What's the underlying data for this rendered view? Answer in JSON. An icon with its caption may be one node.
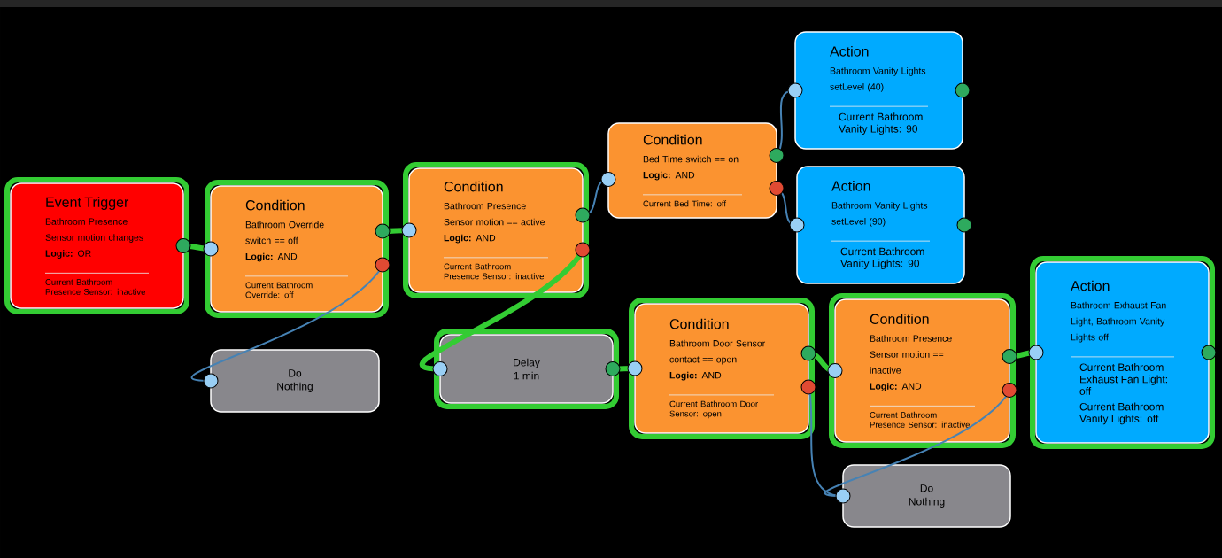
{
  "diagram": {
    "nodes": [
      {
        "text": [
          "Event Trigger",
          "Bathroom Presence Sensor motion changes",
          "**Logic:** OR",
          "Current Bathroom Presence Sensor: inactive"
        ]
      },
      {
        "text": [
          "Condition",
          "Bathroom Override switch == off",
          "**Logic:** AND",
          "Current Bathroom Override: off"
        ]
      },
      {
        "text": [
          "Do Nothing"
        ]
      },
      {
        "text": [
          "Condition",
          "Bathroom Presence Sensor motion == active",
          "**Logic:** AND",
          "Current Bathroom Presence Sensor: inactive"
        ]
      },
      {
        "text": [
          "Condition",
          "Bed Time switch == on",
          "**Logic:** AND",
          "Current Bed Time: off"
        ]
      },
      {
        "text": [
          "Action",
          "Bathroom Vanity Lights setLevel (40)",
          "Current Bathroom Vanity Lights: 90"
        ]
      },
      {
        "text": [
          "Action",
          "Bathroom Vanity Lights setLevel (90)",
          "Current Bathroom Vanity Lights: 90"
        ]
      },
      {
        "text": [
          "Delay 1 min"
        ]
      },
      {
        "text": [
          "Condition",
          "Bathroom Door Sensor contact == open",
          "**Logic:** AND",
          "Current Bathroom Door Sensor: open"
        ]
      },
      {
        "text": [
          "Condition",
          "Bathroom Presence Sensor motion == inactive",
          "**Logic:** AND",
          "Current Bathroom Presence Sensor: inactive"
        ]
      },
      {
        "text": [
          "Do Nothing"
        ]
      },
      {
        "text": [
          "Action",
          "Bathroom Exhaust Fan Light, Bathroom Vanity Lights off",
          "Current Bathroom Exhaust Fan Light: off",
          "Current Bathroom Vanity Lights: off"
        ]
      }
    ],
    "edges": [
      {
        "from": 0,
        "to": 1,
        "arrow": "none",
        "style": "thick",
        "color": "#33cc33"
      },
      {
        "from": 1,
        "to": 2,
        "arrow": "none",
        "color": "#4682b4"
      },
      {
        "from": 1,
        "to": 3,
        "arrow": "none",
        "style": "thick",
        "color": "#33cc33"
      },
      {
        "from": 3,
        "to": 4,
        "arrow": "none",
        "color": "#4682b4"
      },
      {
        "from": 3,
        "to": 7,
        "arrow": "none",
        "style": "thick",
        "color": "#33cc33"
      },
      {
        "from": 4,
        "to": 5,
        "arrow": "none",
        "color": "#4682b4"
      },
      {
        "from": 4,
        "to": 6,
        "arrow": "none",
        "color": "#4682b4"
      },
      {
        "from": 7,
        "to": 8,
        "arrow": "none",
        "style": "thick",
        "color": "#33cc33"
      },
      {
        "from": 8,
        "to": 9,
        "arrow": "none",
        "style": "thick",
        "color": "#33cc33"
      },
      {
        "from": 8,
        "to": 10,
        "arrow": "none",
        "color": "#4682b4"
      },
      {
        "from": 9,
        "to": 10,
        "arrow": "none",
        "color": "#4682b4"
      },
      {
        "from": 9,
        "to": 11,
        "arrow": "none",
        "style": "thick",
        "color": "#33cc33"
      }
    ]
  }
}
